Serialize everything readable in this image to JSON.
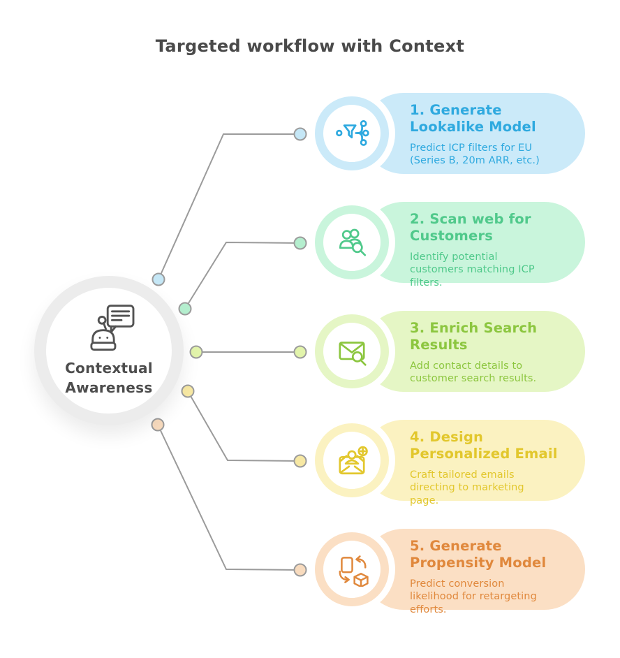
{
  "title": "Targeted workflow with Context",
  "text_color": "#4A4A4A",
  "connector_color": "#9B9B9B",
  "center": {
    "label": "Contextual Awareness",
    "icon": "robot-chat-icon",
    "ring_color": "#ECECEC"
  },
  "steps": [
    {
      "title": "1. Generate\nLookalike Model",
      "description": "Predict ICP filters for EU\n(Series B, 20m ARR, etc.)",
      "icon": "funnel-branch-icon",
      "accent": "#2EA9DF",
      "bg": "#CBEAF9",
      "dot": "#C5E7F6"
    },
    {
      "title": "2. Scan web for\nCustomers",
      "description": "Identify potential\ncustomers matching ICP\nfilters.",
      "icon": "people-search-icon",
      "accent": "#50C98B",
      "bg": "#C9F5DC",
      "dot": "#B4EECE"
    },
    {
      "title": "3. Enrich Search\nResults",
      "description": "Add contact details to\ncustomer search results.",
      "icon": "mail-search-icon",
      "accent": "#8CC63F",
      "bg": "#E5F6C5",
      "dot": "#E2F4AB"
    },
    {
      "title": "4. Design\nPersonalized Email",
      "description": "Craft tailored emails\ndirecting to marketing\npage.",
      "icon": "email-person-add-icon",
      "accent": "#E2C72D",
      "bg": "#FBF2C1",
      "dot": "#F7E8A3"
    },
    {
      "title": "5. Generate\nPropensity Model",
      "description": "Predict conversion\nlikelihood for retargeting\nefforts.",
      "icon": "document-transform-icon",
      "accent": "#E0883C",
      "bg": "#FBDFC4",
      "dot": "#F8DBBE"
    }
  ]
}
